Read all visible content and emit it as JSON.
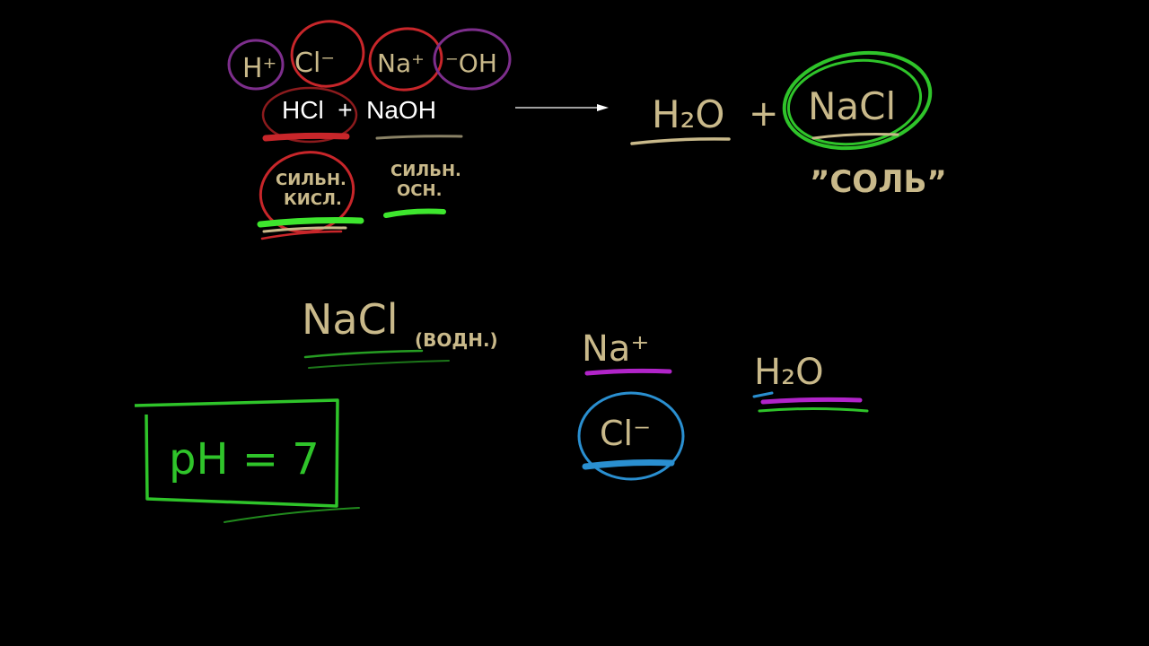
{
  "colors": {
    "background": "#000000",
    "chalk_tan": "#c9b98a",
    "red": "#c8262a",
    "purple": "#7d2e8c",
    "green": "#2fc42a",
    "bright_green": "#3ee62e",
    "magenta": "#b124c9",
    "blue": "#2a8fd0",
    "white": "#ffffff"
  },
  "ions_top": {
    "h_plus": "H⁺",
    "cl_minus": "Cl⁻",
    "na_plus": "Na⁺",
    "oh_minus": "⁻OH"
  },
  "equation": {
    "reactants": "HCl  +  NaOH",
    "product_water": "H₂O",
    "plus": "+",
    "product_salt": "NaCl"
  },
  "labels": {
    "strong_acid_line1": "СИЛЬН.",
    "strong_acid_line2": "КИСЛ.",
    "strong_base_line1": "СИЛЬН.",
    "strong_base_line2": "ОСН.",
    "salt": "”СОЛЬ”"
  },
  "solution": {
    "nacl": "NaCl",
    "aq": "(ВОДН.)",
    "ph": "pH = 7"
  },
  "dissociated": {
    "na_plus": "Na⁺",
    "cl_minus": "Cl⁻",
    "water": "H₂O"
  }
}
